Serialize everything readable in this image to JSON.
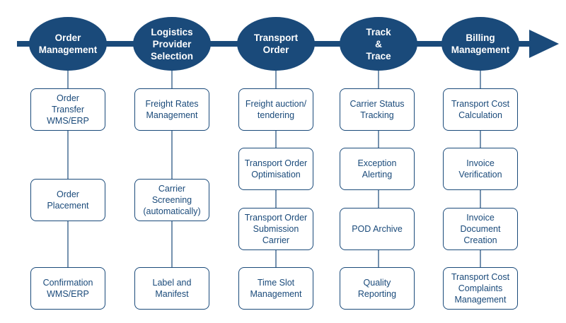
{
  "colors": {
    "primary": "#1a4a7a",
    "background": "#ffffff"
  },
  "stages": [
    {
      "title": "Order\nManagement",
      "steps": [
        "Order\nTransfer\nWMS/ERP",
        "Order\nPlacement",
        "Confirmation\nWMS/ERP"
      ]
    },
    {
      "title": "Logistics\nProvider\nSelection",
      "steps": [
        "Freight Rates\nManagement",
        "Carrier\nScreening\n(automatically)",
        "Label and\nManifest"
      ]
    },
    {
      "title": "Transport\nOrder",
      "steps": [
        "Freight auction/\ntendering",
        "Transport Order\nOptimisation",
        "Transport Order\nSubmission\nCarrier",
        "Time Slot\nManagement"
      ]
    },
    {
      "title": "Track\n&\nTrace",
      "steps": [
        "Carrier Status\nTracking",
        "Exception\nAlerting",
        "POD Archive",
        "Quality\nReporting"
      ]
    },
    {
      "title": "Billing\nManagement",
      "steps": [
        "Transport Cost\nCalculation",
        "Invoice\nVerification",
        "Invoice\nDocument\nCreation",
        "Transport Cost\nComplaints\nManagement"
      ]
    }
  ]
}
